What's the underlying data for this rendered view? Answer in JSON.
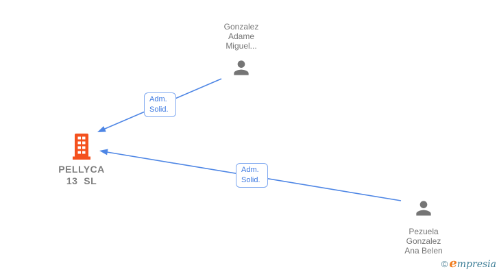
{
  "company": {
    "name_line1": "PELLYCA",
    "name_line2": "13  SL",
    "icon": "building-icon",
    "icon_color": "#F4511E"
  },
  "persons": [
    {
      "position": "top",
      "name_line1": "Gonzalez",
      "name_line2": "Adame",
      "name_line3": "Miguel...",
      "icon": "person-icon"
    },
    {
      "position": "bottom-right",
      "name_line1": "Pezuela",
      "name_line2": "Gonzalez",
      "name_line3": "Ana Belen",
      "icon": "person-icon"
    }
  ],
  "relationships": [
    {
      "from": "Gonzalez Adame Miguel...",
      "to": "PELLYCA 13 SL",
      "label_line1": "Adm.",
      "label_line2": "Solid."
    },
    {
      "from": "Pezuela Gonzalez Ana Belen",
      "to": "PELLYCA 13 SL",
      "label_line1": "Adm.",
      "label_line2": "Solid."
    }
  ],
  "colors": {
    "arrow": "#4e86e5",
    "label_border": "#7da7f0",
    "label_text": "#3c78e0",
    "person_icon": "#757575",
    "person_text": "#757575",
    "company_text": "#7e7e7e",
    "company_icon": "#F4511E",
    "background": "#ffffff"
  },
  "watermark": {
    "copyright_symbol": "©",
    "brand_initial": "e",
    "brand_rest": "mpresia",
    "initial_color": "#f07c1e",
    "text_color": "#3a7c95"
  }
}
